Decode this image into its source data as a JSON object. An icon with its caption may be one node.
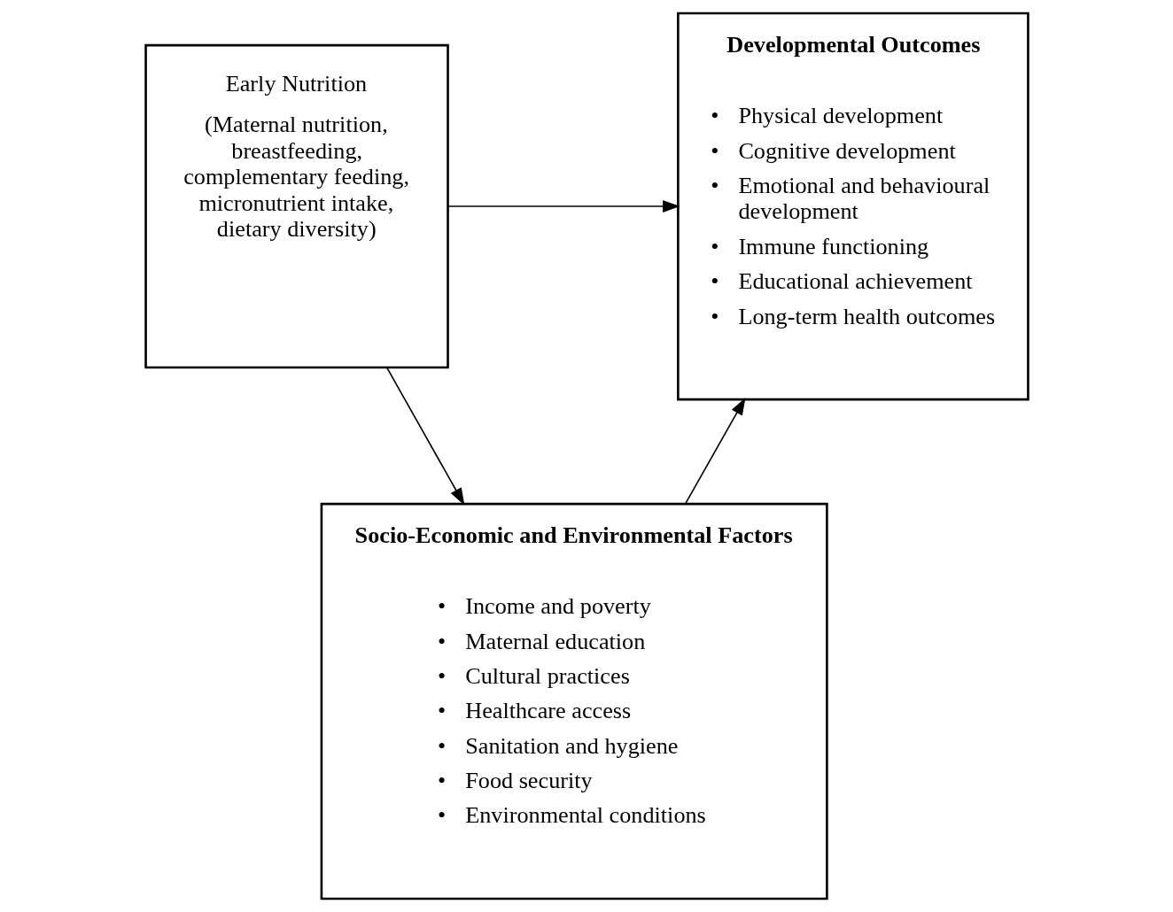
{
  "diagram": {
    "nodes": [
      {
        "text": [
          "Early Nutrition",
          "(Maternal nutrition, breastfeeding, complementary feeding, micronutrient intake, dietary diversity)"
        ]
      },
      {
        "text": [
          "Developmental Outcomes",
          "• Physical development",
          "• Cognitive development",
          "• Emotional and behavioural development",
          "• Immune functioning",
          "• Educational achievement",
          "• Long-term health outcomes"
        ]
      },
      {
        "text": [
          "Socio-Economic and Environmental Factors",
          "• Income and poverty",
          "• Maternal education",
          "• Cultural practices",
          "• Healthcare access",
          "• Sanitation and hygiene",
          "• Food security",
          "• Environmental conditions"
        ]
      }
    ],
    "edges": [
      {
        "from": 0,
        "to": 1,
        "arrow": "to"
      },
      {
        "from": 0,
        "to": 2,
        "arrow": "to"
      },
      {
        "from": 2,
        "to": 1,
        "arrow": "to"
      }
    ]
  }
}
